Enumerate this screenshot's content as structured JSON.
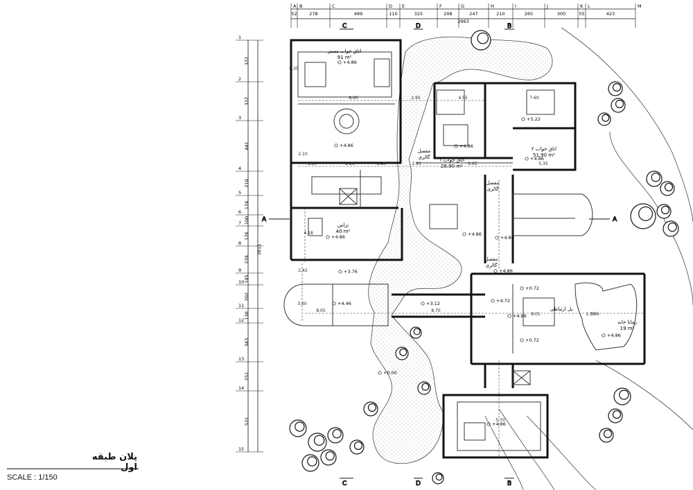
{
  "title": "پلان طبقه اول",
  "scale": "SCALE : 1/150",
  "grid_columns": [
    "A",
    "B",
    "C",
    "D",
    "E",
    "F",
    "G",
    "H",
    "I",
    "J",
    "K",
    "L",
    "M"
  ],
  "grid_column_dims": [
    "52",
    "278",
    "489",
    "110",
    "325",
    "208",
    "247",
    "210",
    "265",
    "300",
    "55",
    "423"
  ],
  "grid_total_width": "2963",
  "grid_rows": [
    "1",
    "2",
    "3",
    "4",
    "5",
    "6",
    "7",
    "8",
    "9",
    "10",
    "11",
    "12",
    "13",
    "14",
    "15"
  ],
  "grid_row_dims": [
    "372",
    "337",
    "441",
    "210",
    "174",
    "100",
    "176",
    "239",
    "105",
    "202",
    "130",
    "343",
    "251",
    "531"
  ],
  "grid_total_height": "3811",
  "section_marks": {
    "section_a": "A",
    "section_b": "B",
    "section_c": "C",
    "section_d": "D"
  },
  "rooms": [
    {
      "name": "اتاق خواب مستر",
      "area": "91 m²"
    },
    {
      "name": "اتاق خواب ۱",
      "area": "28.90 m²"
    },
    {
      "name": "اتاق خواب ۲",
      "area": "51.90 m²"
    },
    {
      "name": "تراس",
      "area": "40 m²"
    },
    {
      "name": "زمانا خانه",
      "area": "19 m²"
    },
    {
      "name": "مفصل",
      "area": "گالری"
    },
    {
      "name": "مفصل",
      "area": "گالری"
    },
    {
      "name": "مفصل",
      "area": "گالری"
    },
    {
      "name": "پل ارتباطی",
      "area": ""
    }
  ],
  "levels": [
    "+4.86",
    "+4.86",
    "+4.86",
    "+4.86",
    "+4.86",
    "+4.86",
    "+4.86",
    "+5.22",
    "+4.86",
    "+4.86",
    "+4.86",
    "+4.86",
    "+3.76",
    "+4.46",
    "+3.12",
    "+4.72",
    "+0.72",
    "+0.72",
    "+0.00"
  ],
  "dimensions": [
    "8.00",
    "2.95",
    "4.55",
    "7.60",
    "2.25",
    "3.40",
    "3.30",
    "2.95",
    "6.65",
    "5.35",
    "8.05",
    "8.70",
    "8.01",
    "3.96",
    "1.30",
    "5.70",
    "4.18",
    "2.42",
    "3.60",
    "5.35",
    "2.10"
  ]
}
